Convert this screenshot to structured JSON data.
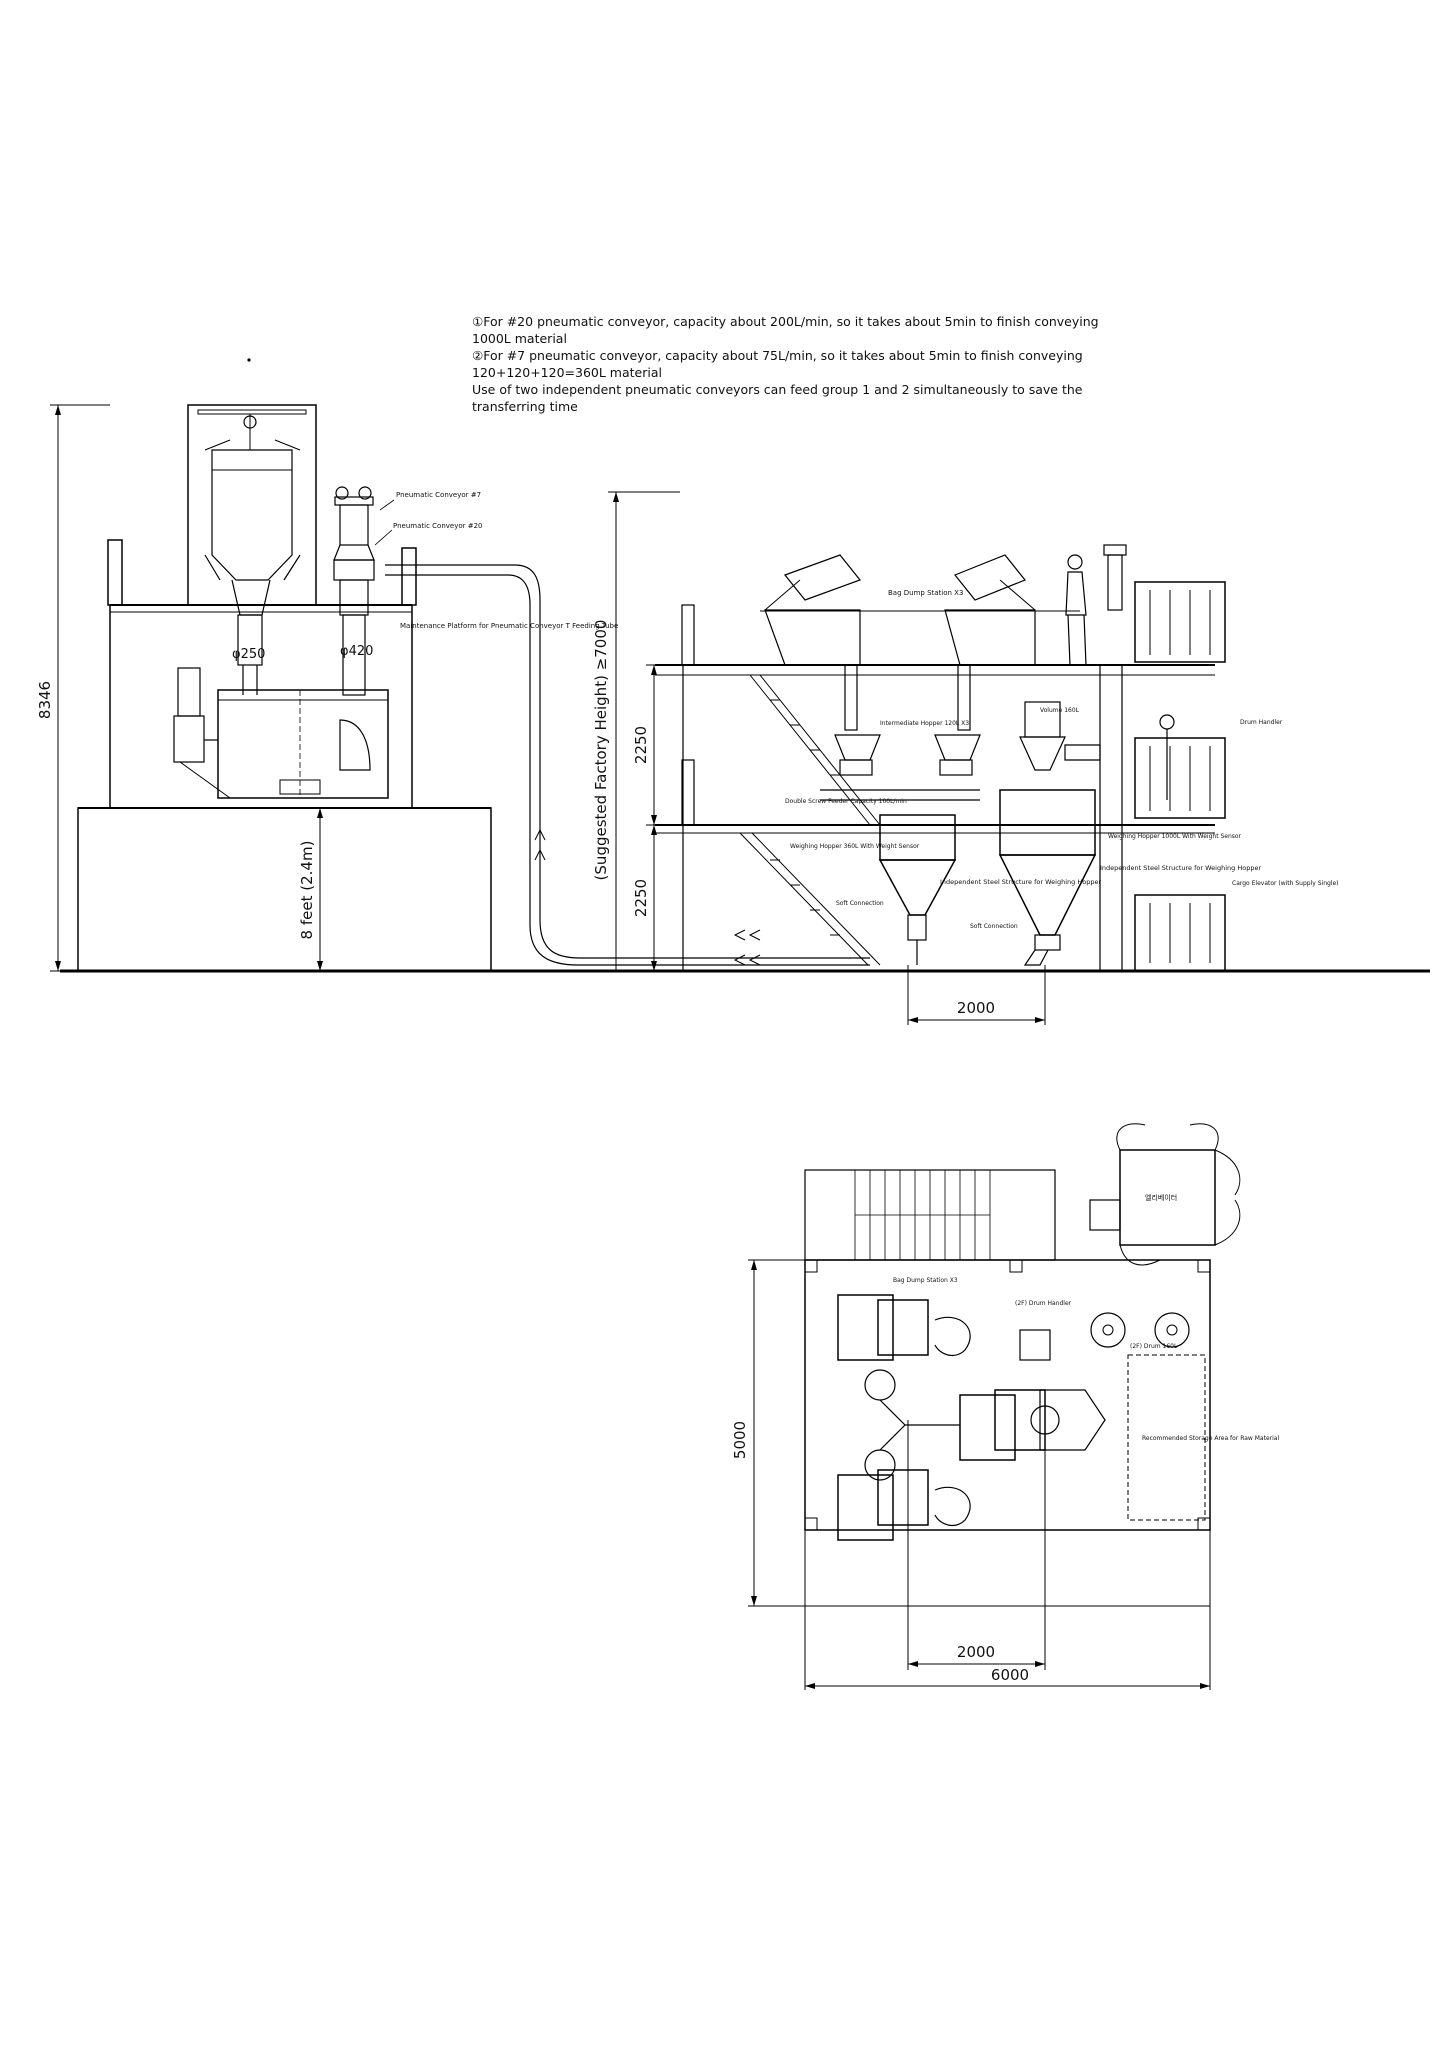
{
  "notes": [
    "①For #20 pneumatic conveyor, capacity about 200L/min, so it takes about 5min to finish conveying 1000L material",
    "②For #7 pneumatic conveyor, capacity about 75L/min, so it takes about 5min to finish conveying 120+120+120=360L material",
    "Use of two independent pneumatic conveyors can feed group 1 and 2 simultaneously to save the transferring time"
  ],
  "elevation": {
    "dim_total_height": "8346",
    "dim_platform_height": "8 feet (2.4m)",
    "dim_factory_height": "(Suggested Factory Height) ≥7000",
    "dim_level_upper": "2250",
    "dim_level_lower": "2250",
    "dim_hopper_spacing": "2000",
    "dim_pipe_left": "φ250",
    "dim_pipe_right": "φ420",
    "label_pneumatic_conveyor_7": "Pneumatic Conveyor #7",
    "label_pneumatic_conveyor_20": "Pneumatic Conveyor #20",
    "label_maintenance_platform": "Maintenance Platform for Pneumatic Conveyor T Feeding Tube",
    "label_bag_dump_station": "Bag Dump Station X3",
    "label_intermediate_hopper": "Intermediate Hopper 120L X3",
    "label_double_screw_feeder": "Double Screw Feeder Capacity 100L/min",
    "label_weighing_hopper_left": "Weighing Hopper 360L With Weight Sensor",
    "label_weighing_hopper_right": "Weighing Hopper 1000L With Weight Sensor",
    "label_steel_structure_left": "Independent Steel Structure for Weighing Hopper",
    "label_steel_structure_right": "Independent Steel Structure for Weighing Hopper",
    "label_soft_connection_left": "Soft Connection",
    "label_soft_connection_right": "Soft Connection",
    "label_volume_hopper": "Volume 160L",
    "label_drum_handler": "Drum Handler",
    "label_cargo_elevator": "Cargo Elevator (with Supply Single)"
  },
  "plan": {
    "dim_depth": "5000",
    "dim_hopper_spacing": "2000",
    "dim_width": "6000",
    "label_bag_dump_station": "Bag Dump Station X3",
    "label_drum_handler": "(2F) Drum Handler",
    "label_drum": "(2F) Drum 160L",
    "label_storage_area": "Recommended Storage Area for Raw Material",
    "label_elevator_box": "엘리베이터"
  }
}
